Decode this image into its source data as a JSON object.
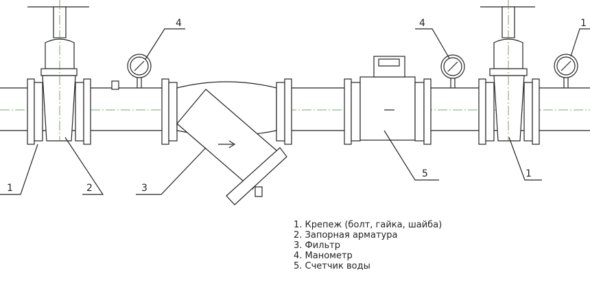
{
  "callouts": {
    "c1a": "1",
    "c2": "2",
    "c3": "3",
    "c4a": "4",
    "c4b": "4",
    "c1b": "1",
    "c5": "5",
    "c1c": "1"
  },
  "legend": [
    "1. Крепеж (болт, гайка, шайба)",
    "2. Запорная арматура",
    "3. Фильтр",
    "4. Манометр",
    "5. Счетчик воды"
  ]
}
